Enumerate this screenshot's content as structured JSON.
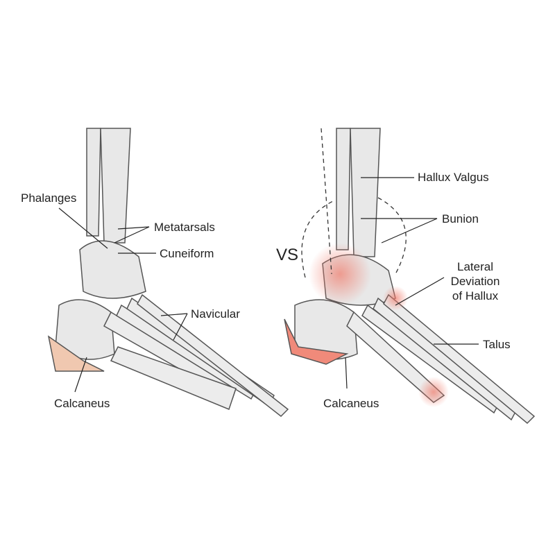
{
  "left": {
    "labels": [
      "Phalanges",
      "Metatarsals",
      "Cuneiform",
      "Navicular",
      "Calcaneus"
    ]
  },
  "vs": "VS",
  "right": {
    "labels": [
      "Hallux Valgus",
      "Bunion",
      "Lateral",
      "Deviation",
      "of Hallux",
      "Talus",
      "Calcaneus"
    ]
  },
  "colors": {
    "bone": "#e6e6e6",
    "outline": "#555555",
    "highlight": "#f08a7a",
    "heel_left": "#f0c8b0"
  }
}
